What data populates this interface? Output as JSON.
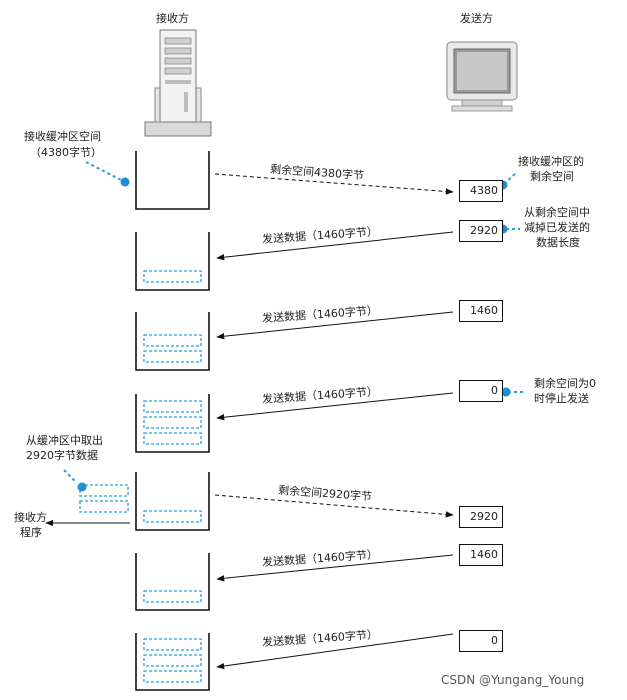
{
  "colors": {
    "accent": "#1d8fd1",
    "dash_blue": "#2a9fd6",
    "line": "#111111"
  },
  "headers": {
    "receiver": "接收方",
    "sender": "发送方"
  },
  "icons": {
    "receiver": "server-icon",
    "sender": "monitor-icon"
  },
  "annotations": {
    "buffer_space_line1": "接收缓冲区空间",
    "buffer_space_line2": "（4380字节）",
    "sender_buffer_line1": "接收缓冲区的",
    "sender_buffer_line2": "剩余空间",
    "subtract_line1": "从剩余空间中",
    "subtract_line2": "减掉已发送的",
    "subtract_line3": "数据长度",
    "stop_line1": "剩余空间为0",
    "stop_line2": "时停止发送",
    "take_out_line1": "从缓冲区中取出",
    "take_out_line2": "2920字节数据",
    "program_line1": "接收方",
    "program_line2": "程序"
  },
  "steps": [
    {
      "message": "剩余空间4380字节",
      "direction": "to-sender",
      "value": "4380",
      "filled_slots": 0
    },
    {
      "message": "发送数据（1460字节）",
      "direction": "to-receiver",
      "value": "2920",
      "filled_slots": 1
    },
    {
      "message": "发送数据（1460字节）",
      "direction": "to-receiver",
      "value": "1460",
      "filled_slots": 2
    },
    {
      "message": "发送数据（1460字节）",
      "direction": "to-receiver",
      "value": "0",
      "filled_slots": 3
    },
    {
      "message": "剩余空间2920字节",
      "direction": "to-sender",
      "value": "2920",
      "filled_slots": 1
    },
    {
      "message": "发送数据（1460字节）",
      "direction": "to-receiver",
      "value": "1460",
      "filled_slots": 1
    },
    {
      "message": "发送数据（1460字节）",
      "direction": "to-receiver",
      "value": "0",
      "filled_slots": 3
    }
  ],
  "watermark": "CSDN @Yungang_Young"
}
